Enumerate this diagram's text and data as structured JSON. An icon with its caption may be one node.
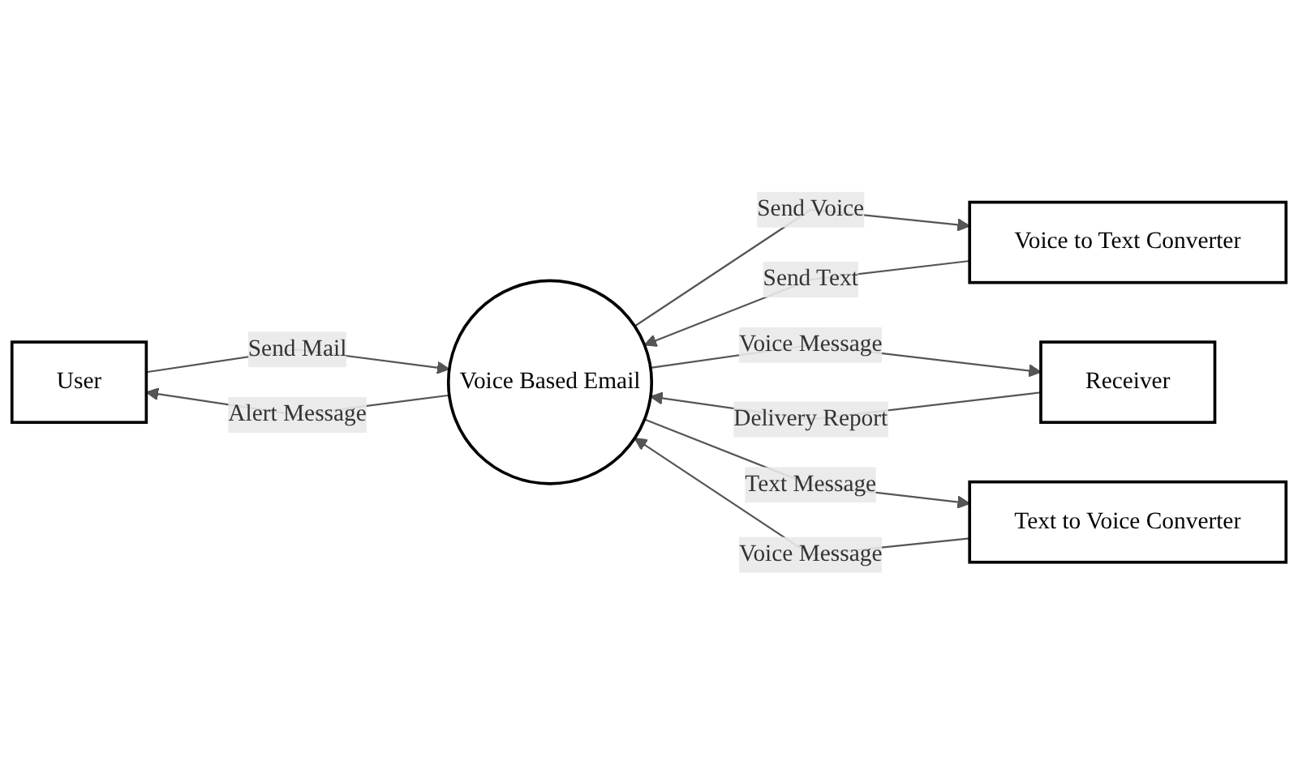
{
  "diagram": {
    "nodes": [
      {
        "text": [
          "User"
        ]
      },
      {
        "text": [
          "Voice to Text Converter"
        ]
      },
      {
        "text": [
          "Voice Based Email"
        ]
      },
      {
        "text": [
          "Receiver"
        ]
      },
      {
        "text": [
          "Text to Voice Converter"
        ]
      }
    ],
    "edges": [
      {
        "from": 2,
        "to": 0,
        "arrow": "to",
        "label": "Alert Message"
      },
      {
        "from": 0,
        "to": 2,
        "arrow": "to",
        "label": "Send Mail"
      },
      {
        "from": 1,
        "to": 2,
        "arrow": "to",
        "label": "Send Text"
      },
      {
        "from": 2,
        "to": 1,
        "arrow": "to",
        "label": "Send Voice"
      },
      {
        "from": 3,
        "to": 2,
        "arrow": "to",
        "label": "Delivery Report"
      },
      {
        "from": 2,
        "to": 3,
        "arrow": "to",
        "label": "Voice Message"
      },
      {
        "from": 4,
        "to": 2,
        "arrow": "to",
        "label": "Voice Message"
      },
      {
        "from": 2,
        "to": 4,
        "arrow": "to",
        "label": "Text Message"
      }
    ]
  }
}
